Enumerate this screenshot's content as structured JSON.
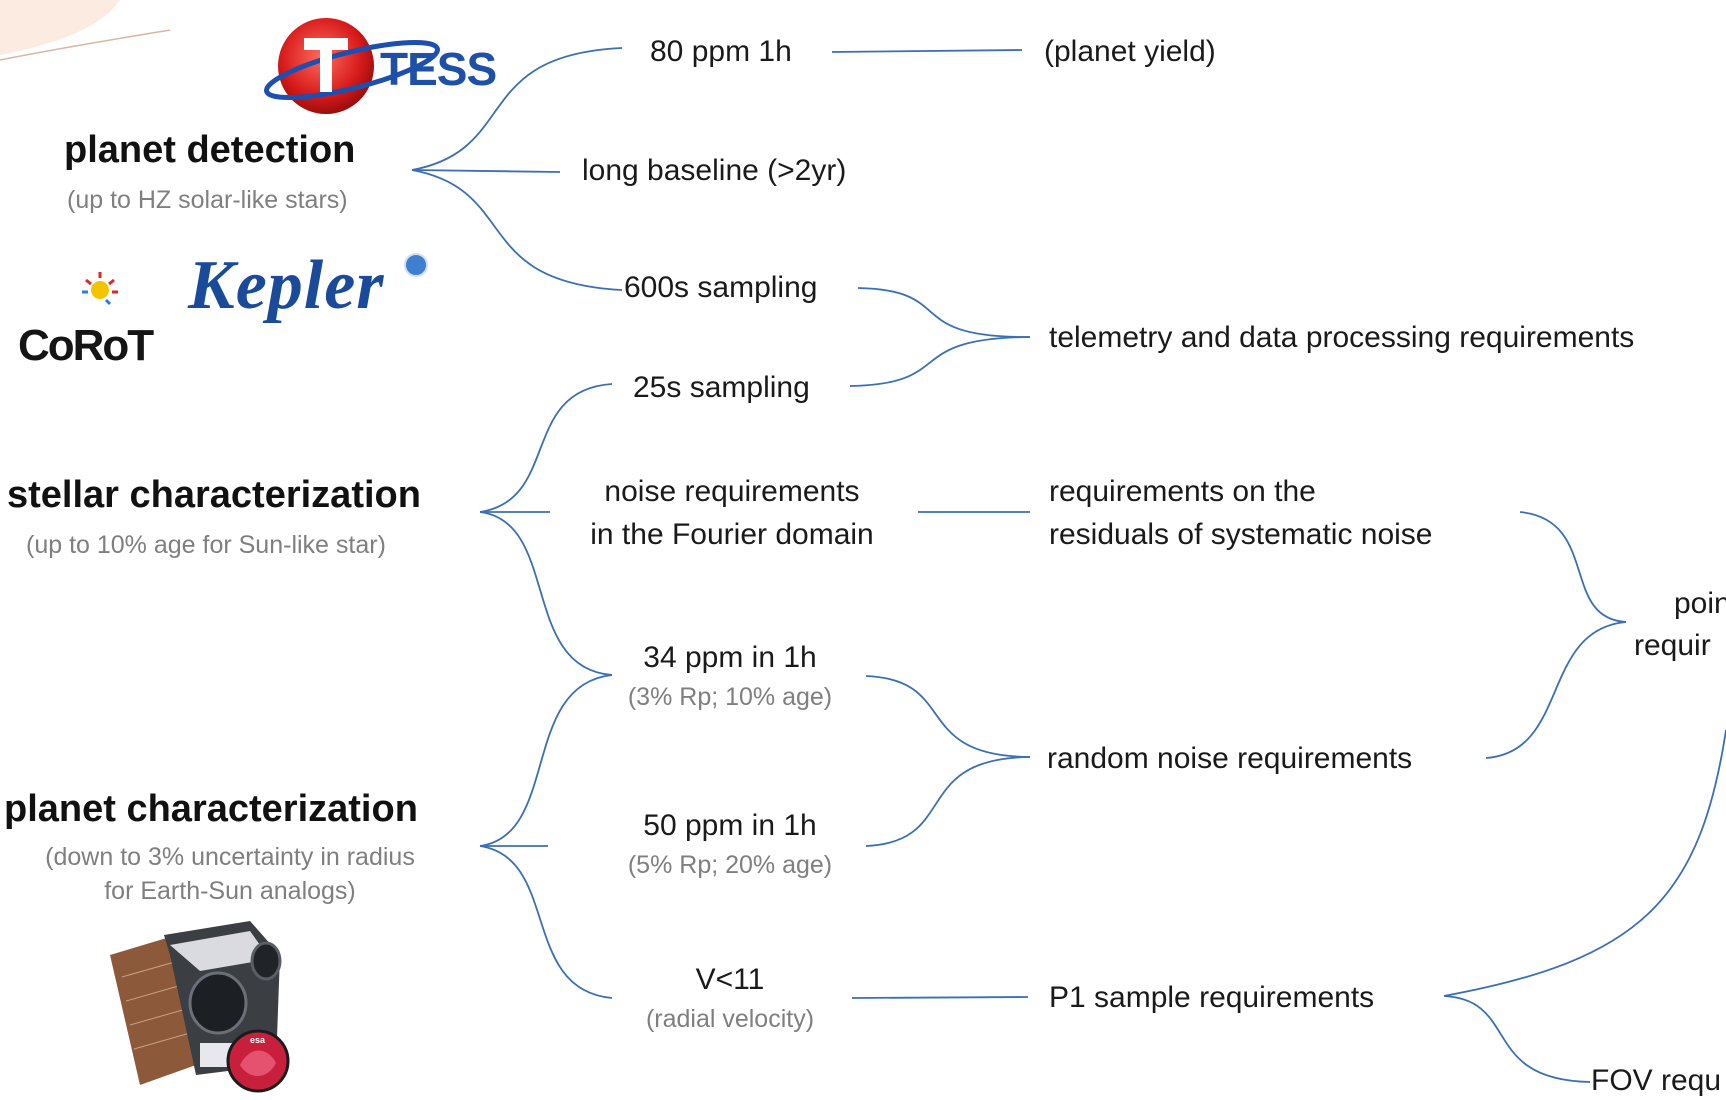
{
  "colors": {
    "connector": "#3a6fb5",
    "muted_text": "#7f7f7f",
    "text": "#1a1a1a"
  },
  "logos": {
    "tess": "TESS",
    "kepler": "Kepler",
    "corot": "CoRoT",
    "cheops_badge": "esa"
  },
  "goals": [
    {
      "title": "planet detection",
      "subtitle": "(up to HZ solar-like stars)"
    },
    {
      "title": "stellar characterization",
      "subtitle": "(up to 10% age for Sun-like star)"
    },
    {
      "title": "planet characterization",
      "subtitle_line1": "(down to 3% uncertainty in radius",
      "subtitle_line2": "for Earth-Sun analogs)"
    }
  ],
  "middle": {
    "ppm80": "80 ppm 1h",
    "baseline": "long baseline (>2yr)",
    "s600": "600s sampling",
    "s25": "25s sampling",
    "noise_fourier_1": "noise requirements",
    "noise_fourier_2": "in the Fourier domain",
    "ppm34": "34 ppm in 1h",
    "ppm34_sub": "(3% Rp; 10% age)",
    "ppm50": "50 ppm in 1h",
    "ppm50_sub": "(5% Rp; 20% age)",
    "v11": "V<11",
    "v11_sub": "(radial velocity)"
  },
  "right": {
    "planet_yield": "(planet yield)",
    "telemetry": "telemetry and data processing requirements",
    "residuals_1": "requirements on the",
    "residuals_2": "residuals of systematic noise",
    "random_noise": "random noise requirements",
    "p1_sample": "P1 sample requirements"
  },
  "far_right": {
    "pointing_1": "poin",
    "pointing_2": "requir",
    "fov": "FOV requ"
  }
}
